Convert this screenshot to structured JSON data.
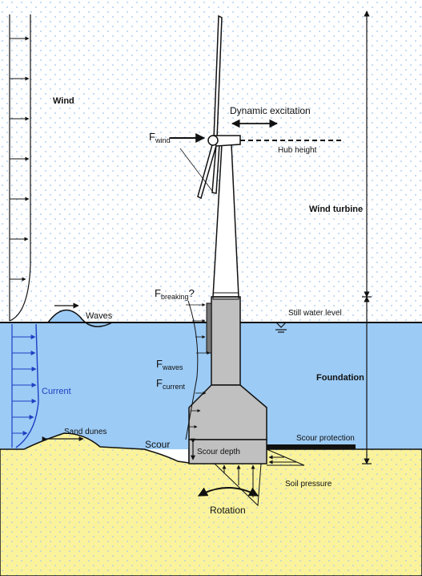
{
  "labels": {
    "wind": "Wind",
    "dynamic_excitation": "Dynamic excitation",
    "f_wind_base": "F",
    "f_wind_sub": "wind",
    "hub_height": "Hub height",
    "wind_turbine": "Wind turbine",
    "f_breaking_base": "F",
    "f_breaking_sub": "breaking",
    "f_breaking_suffix": "?",
    "waves": "Waves",
    "still_water_level": "Still water level",
    "f_waves_base": "F",
    "f_waves_sub": "waves",
    "f_current_base": "F",
    "f_current_sub": "current",
    "foundation": "Foundation",
    "current": "Current",
    "sand_dunes": "Sand dunes",
    "scour": "Scour",
    "scour_depth": "Scour depth",
    "scour_protection": "Scour protection",
    "soil_pressure": "Soil pressure",
    "rotation": "Rotation"
  },
  "colors": {
    "sky_dot": "#9fc3ea",
    "sea": "#9ccbf5",
    "seabed": "#fbf39b",
    "seabed_dot": "#a8c8ec",
    "structure": "#c0c0c0",
    "current_label": "#1f3fc4",
    "outline": "#111111"
  }
}
